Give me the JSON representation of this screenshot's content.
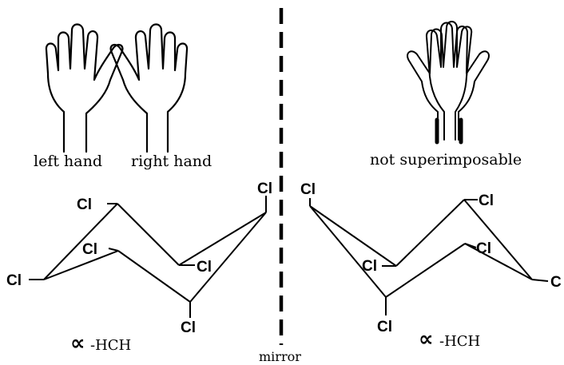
{
  "labels": {
    "left_hand": "left hand",
    "right_hand": "right hand",
    "not_superimposable": "not superimposable",
    "mirror": "mirror",
    "left_isomer": "-HCH",
    "right_isomer": "-HCH",
    "alpha_symbol": "∝"
  },
  "left_molecule": {
    "atoms": [
      "Cl",
      "Cl",
      "Cl",
      "Cl",
      "Cl",
      "Cl"
    ]
  },
  "right_molecule": {
    "atoms": [
      "Cl",
      "Cl",
      "Cl",
      "Cl",
      "Cl",
      "C"
    ]
  },
  "icons": [
    "left-hand-icon",
    "right-hand-icon",
    "overlapping-hands-icon"
  ]
}
